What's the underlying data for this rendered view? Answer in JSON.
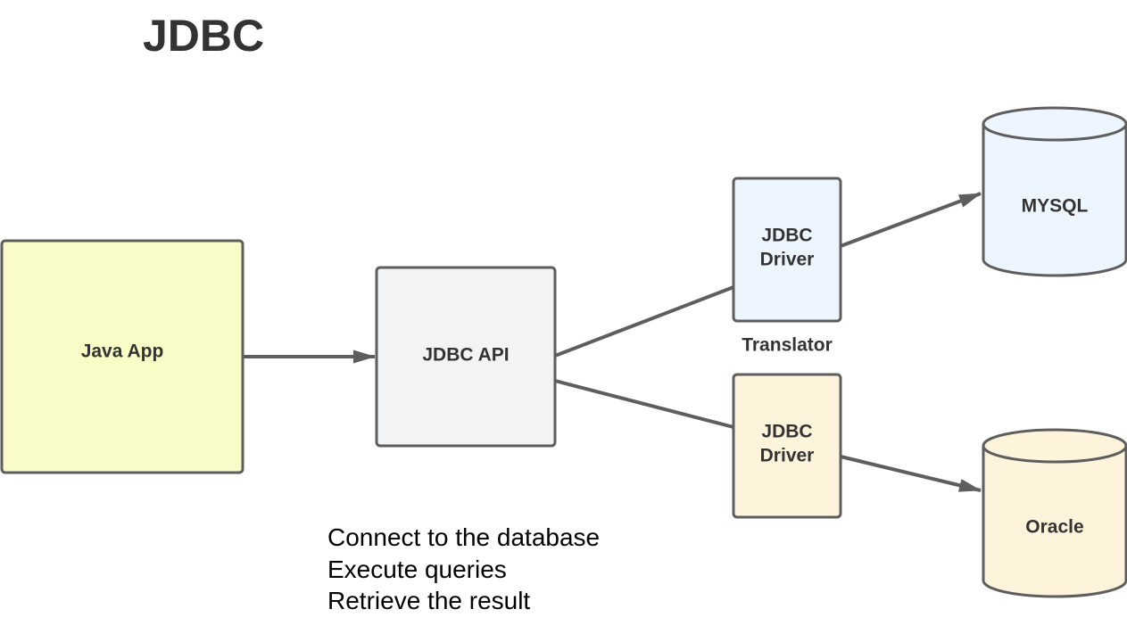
{
  "title": "JDBC",
  "nodes": {
    "java_app": {
      "label": "Java App",
      "fill": "#fafcc8"
    },
    "jdbc_api": {
      "label": "JDBC API",
      "fill": "#f2f3f5"
    },
    "driver_mysql": {
      "label_line1": "JDBC",
      "label_line2": "Driver",
      "fill": "#edf5fe"
    },
    "driver_oracle": {
      "label_line1": "JDBC",
      "label_line2": "Driver",
      "fill": "#fef4dc"
    },
    "mysql": {
      "label": "MYSQL",
      "fill": "#edf5fe"
    },
    "oracle": {
      "label": "Oracle",
      "fill": "#fef4dc"
    }
  },
  "edge_labels": {
    "translator": "Translator"
  },
  "notes": [
    "Connect to the database",
    "Execute queries",
    "Retrieve the result"
  ],
  "colors": {
    "stroke": "#5e5e5e",
    "text": "#333333"
  }
}
